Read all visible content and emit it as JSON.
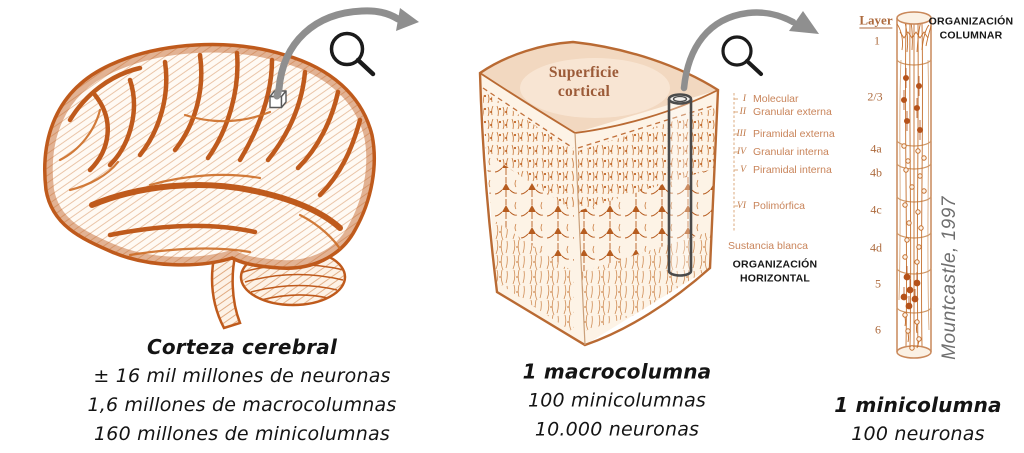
{
  "brain_panel": {
    "caption_title": "Corteza cerebral",
    "caption_lines": [
      "± 16 mil millones de neuronas",
      "1,6 millones de macrocolumnas",
      "160 millones de minicolumnas"
    ]
  },
  "macrocolumn_panel": {
    "surface_label": [
      "Superficie",
      "cortical"
    ],
    "layers": [
      {
        "numeral": "I",
        "name": "Molecular"
      },
      {
        "numeral": "II",
        "name": "Granular externa"
      },
      {
        "numeral": "III",
        "name": "Piramidal externa"
      },
      {
        "numeral": "IV",
        "name": "Granular interna"
      },
      {
        "numeral": "V",
        "name": "Piramidal interna"
      },
      {
        "numeral": "VI",
        "name": "Polimórfica"
      }
    ],
    "white_matter_label": "Sustancia blanca",
    "organization_label": [
      "ORGANIZACIÓN",
      "HORIZONTAL"
    ],
    "caption_title": "1 macrocolumna",
    "caption_lines": [
      "100 minicolumnas",
      "10.000 neuronas"
    ]
  },
  "minicolumn_panel": {
    "organization_label": [
      "ORGANIZACIÓN",
      "COLUMNAR"
    ],
    "layer_header": "Layer",
    "layer_ticks": [
      "1",
      "2/3",
      "4a",
      "4b",
      "4c",
      "4d",
      "5",
      "6"
    ],
    "citation": "Mountcastle, 1997",
    "caption_title": "1 minicolumna",
    "caption_lines": [
      "100 neuronas"
    ]
  },
  "icons": {
    "magnifier": "magnifier-icon",
    "zoom_arrow": "zoom-arrow-icon",
    "sample_cube": "sample-cube-icon"
  },
  "colors": {
    "brain_orange": "#bf5a1c",
    "cube_outline": "#b96a33",
    "texture_orange": "#c4702e",
    "layer_label_orange": "#c9845a",
    "arrow_gray": "#8f8f8f",
    "citation_gray": "#6f6f6f",
    "text_black": "#141414",
    "background": "#ffffff"
  }
}
